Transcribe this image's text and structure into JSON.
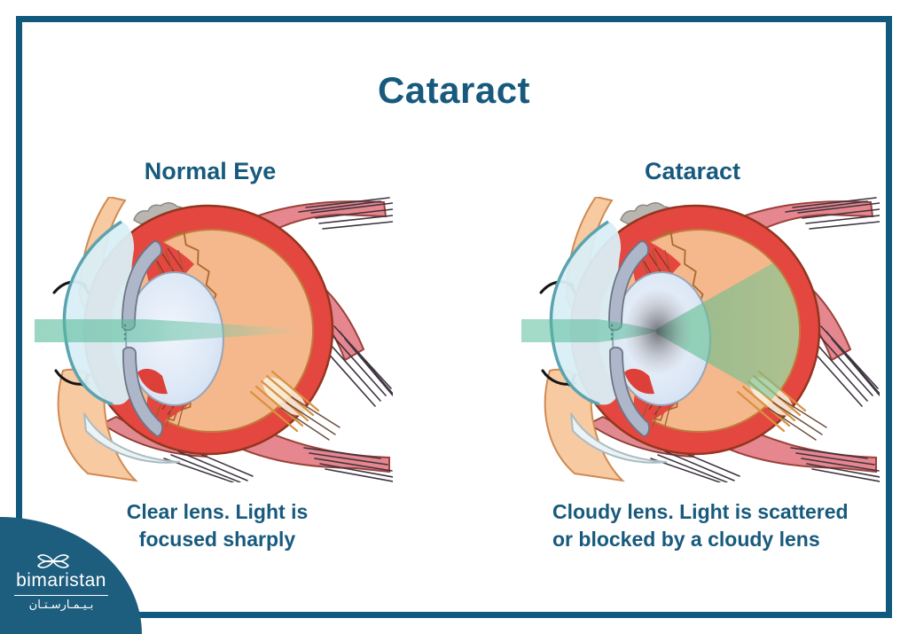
{
  "header": {
    "title": "Cataract"
  },
  "panels": [
    {
      "heading": "Normal Eye",
      "caption_line1": "Clear lens. Light is",
      "caption_line2": "focused sharply",
      "condition": "normal"
    },
    {
      "heading": "Cataract",
      "caption_line1": "Cloudy lens. Light is scattered",
      "caption_line2": "or blocked by a cloudy lens",
      "condition": "cataract"
    }
  ],
  "logo": {
    "name": "bimaristan",
    "arabic": "بـيـمـارسـتـان",
    "icon": "leaf-bowtie-icon"
  },
  "colors": {
    "frame": "#115a7e",
    "text": "#175a7d",
    "logoBg": "#1d5d7e",
    "beam": "#57bb9a",
    "sclera": "#e4473f",
    "fundus": "#f4b88c"
  }
}
